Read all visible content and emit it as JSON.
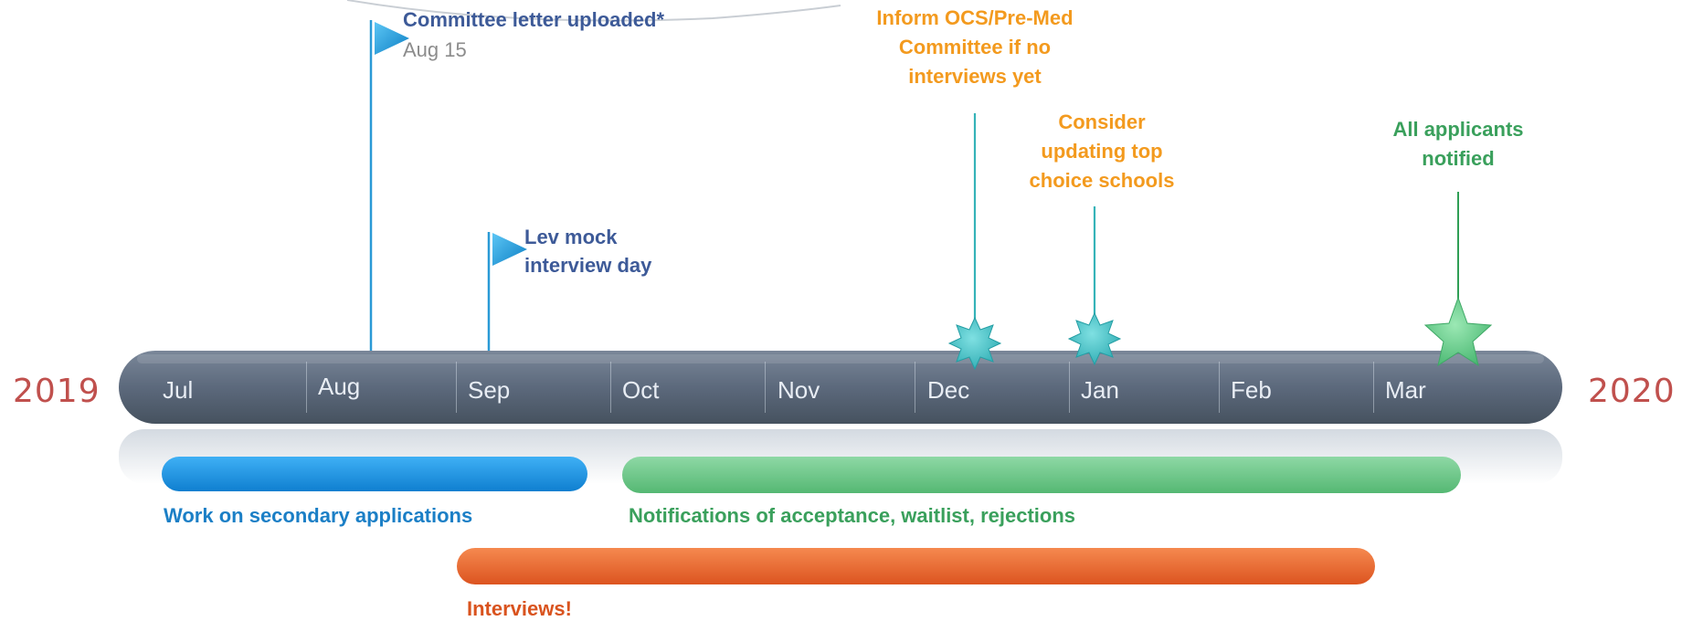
{
  "years": {
    "start": "2019",
    "end": "2020"
  },
  "months": [
    "Jul",
    "Aug",
    "Sep",
    "Oct",
    "Nov",
    "Dec",
    "Jan",
    "Feb",
    "Mar"
  ],
  "milestones": {
    "committee_letter": {
      "title": "Committee letter uploaded*",
      "date": "Aug 15",
      "icon": "flag-icon"
    },
    "lev_mock": {
      "line1": "Lev mock",
      "line2": "interview day",
      "icon": "flag-icon"
    },
    "inform_ocs": {
      "line1": "Inform OCS/Pre-Med",
      "line2": "Committee if no",
      "line3": "interviews yet",
      "icon": "star-burst-icon"
    },
    "consider_updating": {
      "line1": "Consider",
      "line2": "updating top",
      "line3": "choice schools",
      "icon": "star-burst-icon"
    },
    "all_notified": {
      "line1": "All applicants",
      "line2": "notified",
      "icon": "star-icon"
    }
  },
  "bars": {
    "secondary": {
      "label": "Work on secondary applications",
      "color": "#1a8fe0"
    },
    "notifications": {
      "label": "Notifications of acceptance, waitlist, rejections",
      "color": "#5cbf7a"
    },
    "interviews": {
      "label": "Interviews!",
      "color": "#e8622a"
    }
  },
  "colors": {
    "timeline": "#5e6b7f",
    "flag": "#1e96d8",
    "burst": "#3cbfc4",
    "star": "#5ccf8a",
    "year": "#c0504d"
  }
}
